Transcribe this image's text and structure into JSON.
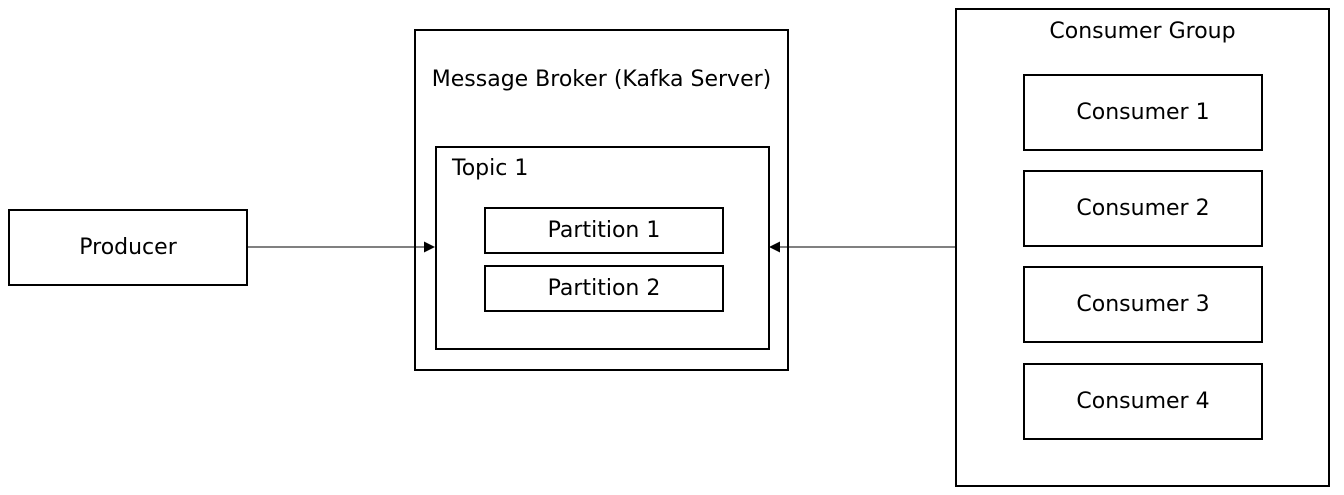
{
  "producer": {
    "label": "Producer"
  },
  "broker": {
    "title": "Message Broker (Kafka Server)",
    "topic": {
      "title": "Topic 1",
      "partitions": [
        "Partition 1",
        "Partition 2"
      ]
    }
  },
  "consumer_group": {
    "title": "Consumer Group",
    "consumers": [
      "Consumer 1",
      "Consumer 2",
      "Consumer 3",
      "Consumer 4"
    ]
  },
  "colors": {
    "stroke": "#000000",
    "background": "#ffffff"
  }
}
